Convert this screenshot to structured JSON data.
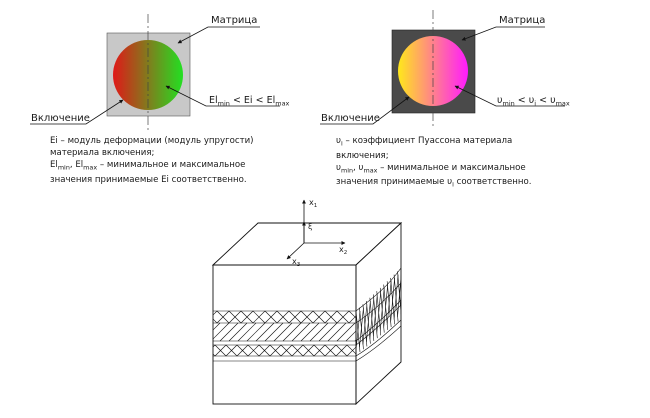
{
  "left_panel": {
    "matrix_label": "Матрица",
    "inclusion_label": "Включение",
    "range": {
      "a": "El",
      "a_sub": "min",
      "op1": " < ",
      "b": "Ei",
      "op2": " < ",
      "c": "El",
      "c_sub": "max"
    },
    "description": [
      {
        "text": "Ei – модуль деформации (модуль упругости)"
      },
      {
        "text": "материала включения;"
      },
      {
        "parts": [
          {
            "t": "El"
          },
          {
            "sub": "min"
          },
          {
            "t": ", El"
          },
          {
            "sub": "max"
          },
          {
            "t": " – минимальное и максимальное"
          }
        ]
      },
      {
        "text": "значения принимаемые Ei соответственно."
      }
    ],
    "colors": {
      "matrix": "#c8c8c8",
      "start": "#e01818",
      "end": "#22e022"
    }
  },
  "right_panel": {
    "matrix_label": "Матрица",
    "inclusion_label": "Включение",
    "range": {
      "a": "υ",
      "a_sub": "min",
      "op1": " < ",
      "b": "υ",
      "b_sub": "i",
      "op2": " < ",
      "c": "υ",
      "c_sub": "max"
    },
    "description": [
      {
        "parts": [
          {
            "t": "υ"
          },
          {
            "sub": "i"
          },
          {
            "t": " – коэффициент Пуассона материала"
          }
        ]
      },
      {
        "text": "включения;"
      },
      {
        "parts": [
          {
            "t": "υ"
          },
          {
            "sub": "min"
          },
          {
            "t": ", υ"
          },
          {
            "sub": "max"
          },
          {
            "t": " – минимальное и максимальное"
          }
        ]
      },
      {
        "parts": [
          {
            "t": "значения принимаемые υ"
          },
          {
            "sub": "i"
          },
          {
            "t": " соответственно."
          }
        ]
      }
    ],
    "colors": {
      "matrix": "#4a4a4a",
      "start": "#ffe81a",
      "end": "#ff1aff"
    }
  },
  "block": {
    "axes": {
      "x1": {
        "t": "x",
        "sub": "1"
      },
      "xi": {
        "t": "ξ"
      },
      "x2": {
        "t": "x",
        "sub": "2"
      },
      "x3": {
        "t": "x",
        "sub": "3"
      }
    }
  }
}
